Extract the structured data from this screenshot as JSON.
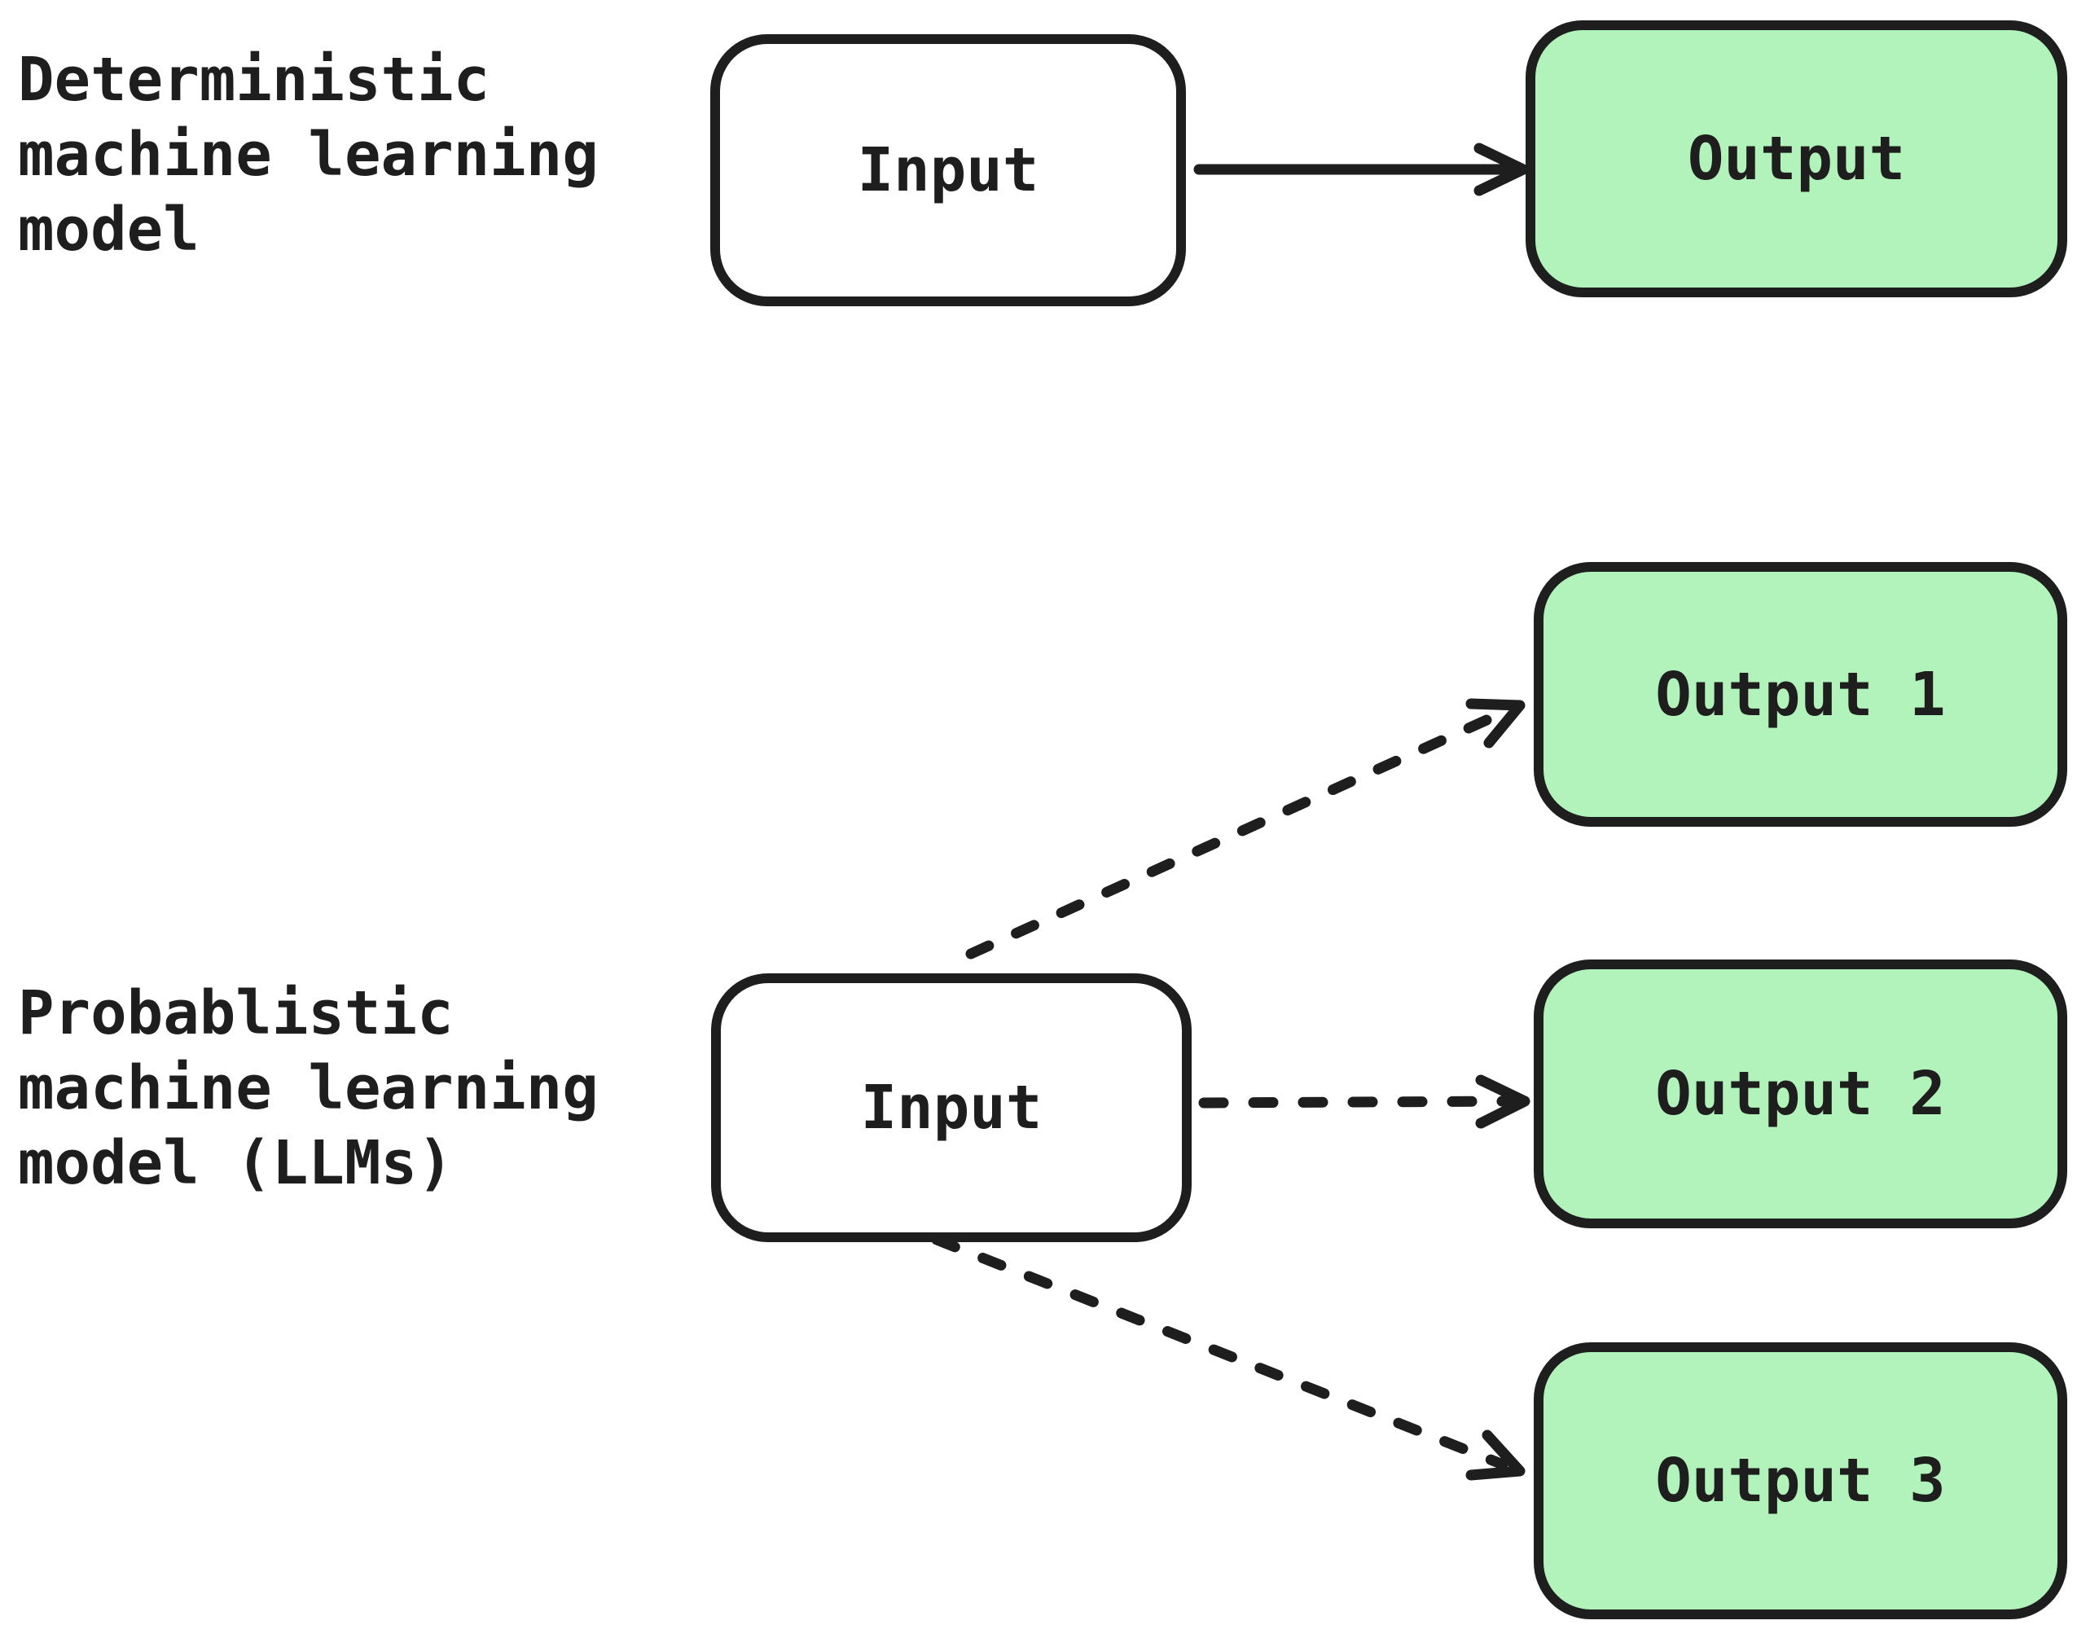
{
  "colors": {
    "ink": "#1e1e1e",
    "green": "#b2f2bb",
    "paper": "#ffffff"
  },
  "sections": [
    {
      "label_lines": [
        "Deterministic",
        "machine learning",
        "model"
      ],
      "input": {
        "label": "Input"
      },
      "outputs": [
        {
          "label": "Output"
        }
      ],
      "arrow_style": "solid"
    },
    {
      "label_lines": [
        "Probablistic",
        "machine learning",
        "model (LLMs)"
      ],
      "input": {
        "label": "Input"
      },
      "outputs": [
        {
          "label": "Output 1"
        },
        {
          "label": "Output 2"
        },
        {
          "label": "Output 3"
        }
      ],
      "arrow_style": "dashed"
    }
  ]
}
